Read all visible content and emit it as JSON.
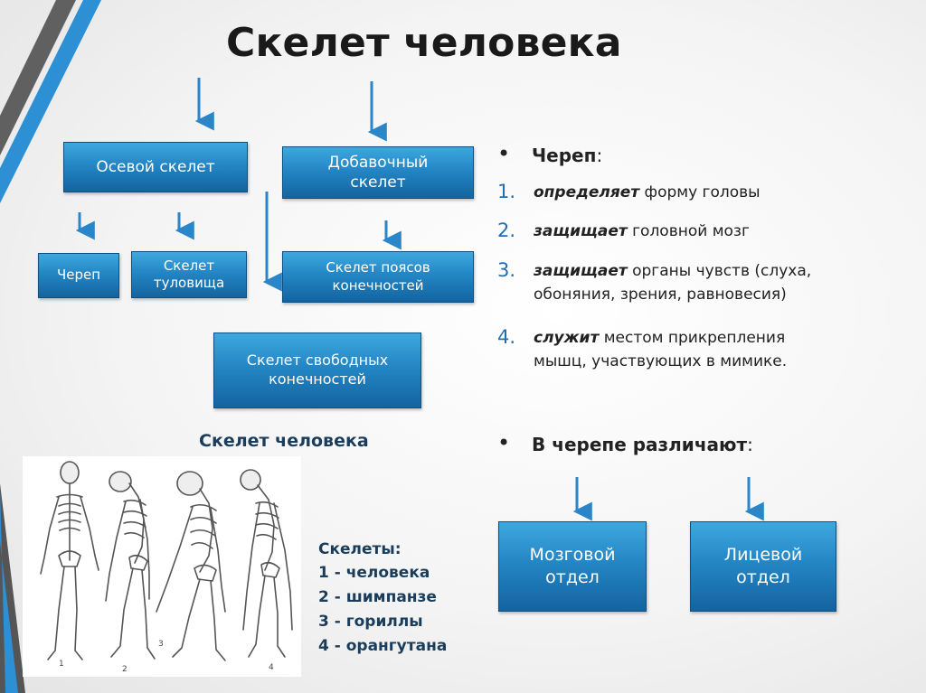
{
  "title": "Скелет человека",
  "diagram": {
    "boxes": {
      "axial": "Осевой скелет",
      "appendicular": "Добавочный скелет",
      "skull": "Череп",
      "trunk": "Скелет туловища",
      "girdles": "Скелет поясов конечностей",
      "free_limbs": "Скелет свободных конечностей"
    }
  },
  "skull_info": {
    "heading": "Череп",
    "items": [
      {
        "num": "1.",
        "verb": "определяет",
        "rest": " форму головы"
      },
      {
        "num": "2.",
        "verb": "защищает",
        "rest": " головной мозг"
      },
      {
        "num": "3.",
        "verb": "защищает",
        "rest": " органы чувств (слуха, обоняния, зрения, равновесия)"
      },
      {
        "num": "4.",
        "verb": "служит",
        "rest": " местом прикрепления мышц, участвующих в мимике."
      }
    ],
    "sections_heading": "В черепе различают",
    "sections": [
      "Мозговой отдел",
      "Лицевой отдел"
    ]
  },
  "figure": {
    "caption": "Скелет человека",
    "legend": [
      "Скелеты:",
      "1 - человека",
      "2 - шимпанзе",
      "3 - гориллы",
      "4 - орангутана"
    ],
    "panel_numbers": [
      "1",
      "2",
      "3",
      "4"
    ]
  },
  "colors": {
    "box_top": "#3ea8de",
    "box_bottom": "#13649f",
    "arrow": "#2a86c8",
    "accent_number": "#1e6fb3",
    "stripe_blue": "#2d8fd4",
    "stripe_gray": "#5a5a5a"
  }
}
